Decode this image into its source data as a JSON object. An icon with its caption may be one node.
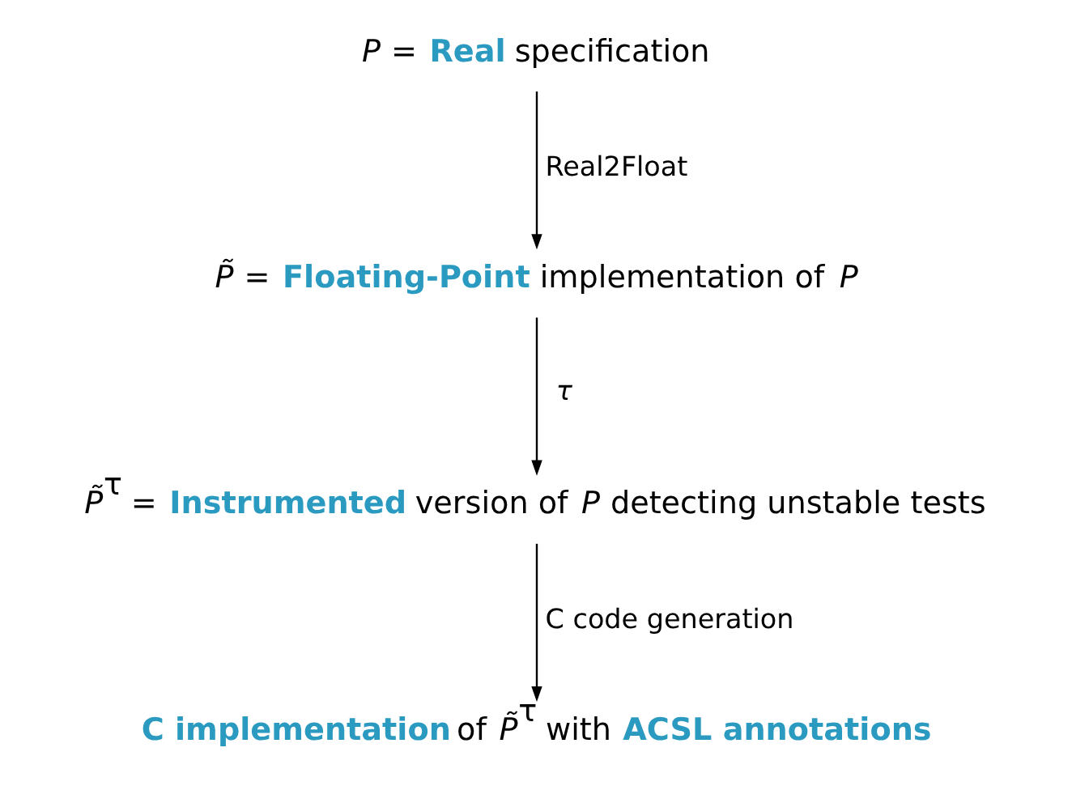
{
  "diagram": {
    "nodes": [
      {
        "text": [
          "*P* = **Real** specification"
        ]
      },
      {
        "text": [
          "*P̃* = **Floating-Point** implementation of *P*"
        ]
      },
      {
        "text": [
          "*P̃*$^{τ}$ = **Instrumented** version of *P* detecting unstable tests"
        ]
      },
      {
        "text": [
          "**C implementation** of *P̃*$^{τ}$ with **ACSL annotations**"
        ]
      }
    ],
    "edges": [
      {
        "from": 0,
        "to": 1,
        "arrow": "to",
        "label": "Real2Float"
      },
      {
        "from": 1,
        "to": 2,
        "arrow": "to",
        "label": "*τ*"
      },
      {
        "from": 2,
        "to": 3,
        "arrow": "to",
        "label": "C code generation"
      }
    ]
  }
}
